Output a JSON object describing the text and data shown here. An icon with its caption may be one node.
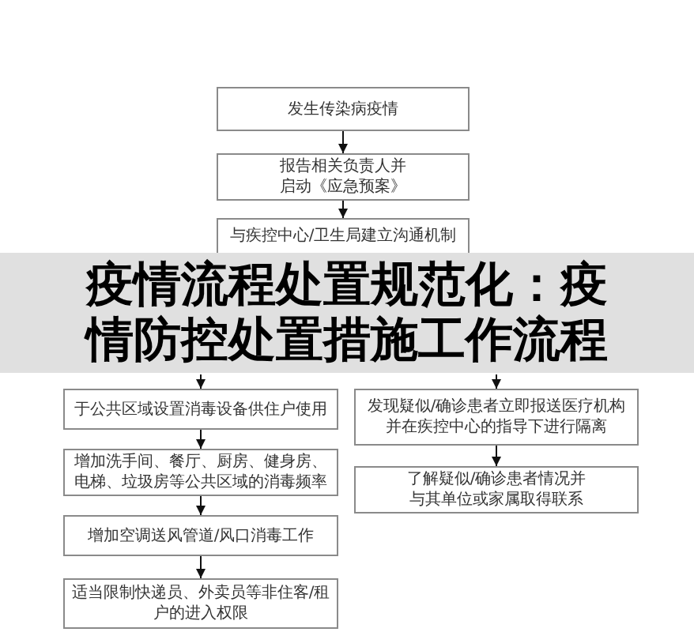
{
  "diagram": {
    "title": "疫情流程处置规范化：疫情防控处置措施工作流程",
    "nodes": [
      {
        "text": [
          "发生传染病疫情"
        ]
      },
      {
        "text": [
          "报告相关负责人并启动《应急预案》"
        ]
      },
      {
        "text": [
          "与疾控中心/卫生局建立沟通机制"
        ]
      },
      {
        "text": [
          "于公共区域设置消毒设备供住户使用"
        ]
      },
      {
        "text": [
          "发现疑似/确诊患者立即报送医疗机构并在疾控中心的指导下进行隔离"
        ]
      },
      {
        "text": [
          "增加洗手间、餐厅、厨房、健身房、电梯、垃圾房等公共区域的消毒频率"
        ]
      },
      {
        "text": [
          "了解疑似/确诊患者情况并与其单位或家属取得联系"
        ]
      },
      {
        "text": [
          "增加空调送风管道/风口消毒工作"
        ]
      },
      {
        "text": [
          "适当限制快递员、外卖员等非住客/租户的进入权限"
        ]
      }
    ],
    "edges": [
      {
        "from": 0,
        "to": 1,
        "arrow": "to"
      },
      {
        "from": 1,
        "to": 2,
        "arrow": "to"
      },
      {
        "from": null,
        "to": 3,
        "arrow": "to"
      },
      {
        "from": null,
        "to": 4,
        "arrow": "to"
      },
      {
        "from": 3,
        "to": 5,
        "arrow": "to"
      },
      {
        "from": 4,
        "to": 6,
        "arrow": "to"
      },
      {
        "from": 5,
        "to": 7,
        "arrow": "to"
      },
      {
        "from": 7,
        "to": 8,
        "arrow": "to"
      }
    ]
  }
}
